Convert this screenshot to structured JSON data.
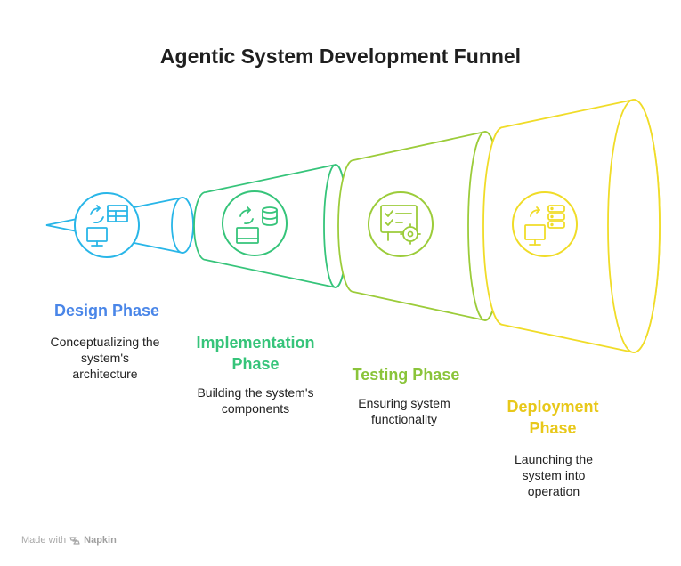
{
  "title": "Agentic System Development Funnel",
  "phases": [
    {
      "title_lines": [
        "Design Phase"
      ],
      "desc_lines": [
        "Conceptualizing the",
        "system's",
        "architecture"
      ],
      "color": "#4a86e8",
      "stroke": "#29b6e8",
      "icon": "design-layout-icon"
    },
    {
      "title_lines": [
        "Implementation",
        "Phase"
      ],
      "desc_lines": [
        "Building the system's",
        "components"
      ],
      "color": "#36c47a",
      "stroke": "#36c47a",
      "icon": "database-monitor-icon"
    },
    {
      "title_lines": [
        "Testing Phase"
      ],
      "desc_lines": [
        "Ensuring system",
        "functionality"
      ],
      "color": "#8ac43a",
      "stroke": "#9ccc3a",
      "icon": "checklist-gear-icon"
    },
    {
      "title_lines": [
        "Deployment",
        "Phase"
      ],
      "desc_lines": [
        "Launching the",
        "system into",
        "operation"
      ],
      "color": "#e8c81a",
      "stroke": "#f0dc28",
      "icon": "server-monitor-icon"
    }
  ],
  "footer": {
    "prefix": "Made with",
    "brand": "Napkin"
  }
}
